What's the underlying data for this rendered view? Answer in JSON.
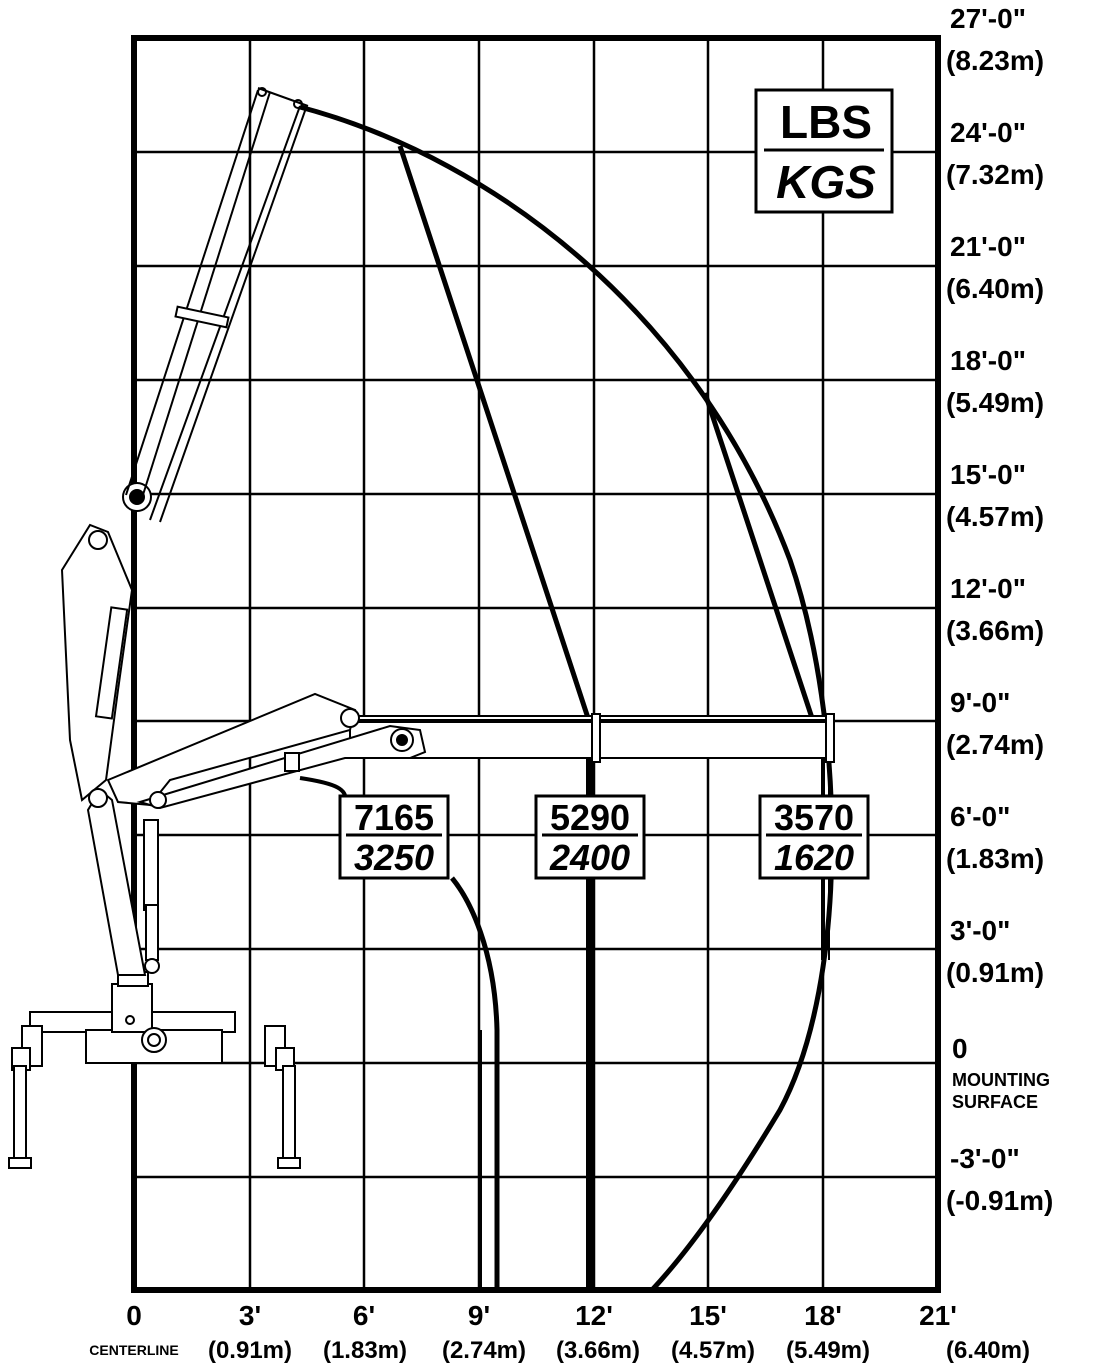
{
  "unit_legend": {
    "primary": "LBS",
    "secondary": "KGS"
  },
  "y_axis": {
    "ticks": [
      {
        "ft": "27'-0\"",
        "m": "(8.23m)"
      },
      {
        "ft": "24'-0\"",
        "m": "(7.32m)"
      },
      {
        "ft": "21'-0\"",
        "m": "(6.40m)"
      },
      {
        "ft": "18'-0\"",
        "m": "(5.49m)"
      },
      {
        "ft": "15'-0\"",
        "m": "(4.57m)"
      },
      {
        "ft": "12'-0\"",
        "m": "(3.66m)"
      },
      {
        "ft": "9'-0\"",
        "m": "(2.74m)"
      },
      {
        "ft": "6'-0\"",
        "m": "(1.83m)"
      },
      {
        "ft": "3'-0\"",
        "m": "(0.91m)"
      },
      {
        "ft": "0",
        "m": ""
      },
      {
        "ft": "-3'-0\"",
        "m": "(-0.91m)"
      }
    ],
    "zero_label_1": "MOUNTING",
    "zero_label_2": "SURFACE"
  },
  "x_axis": {
    "ticks": [
      {
        "ft": "0",
        "m": ""
      },
      {
        "ft": "3'",
        "m": "(0.91m)"
      },
      {
        "ft": "6'",
        "m": "(1.83m)"
      },
      {
        "ft": "9'",
        "m": "(2.74m)"
      },
      {
        "ft": "12'",
        "m": "(3.66m)"
      },
      {
        "ft": "15'",
        "m": "(4.57m)"
      },
      {
        "ft": "18'",
        "m": "(5.49m)"
      },
      {
        "ft": "21'",
        "m": "(6.40m)"
      }
    ],
    "zero_label": "CENTERLINE"
  },
  "capacities": [
    {
      "lbs": "7165",
      "kgs": "3250"
    },
    {
      "lbs": "5290",
      "kgs": "2400"
    },
    {
      "lbs": "3570",
      "kgs": "1620"
    }
  ]
}
